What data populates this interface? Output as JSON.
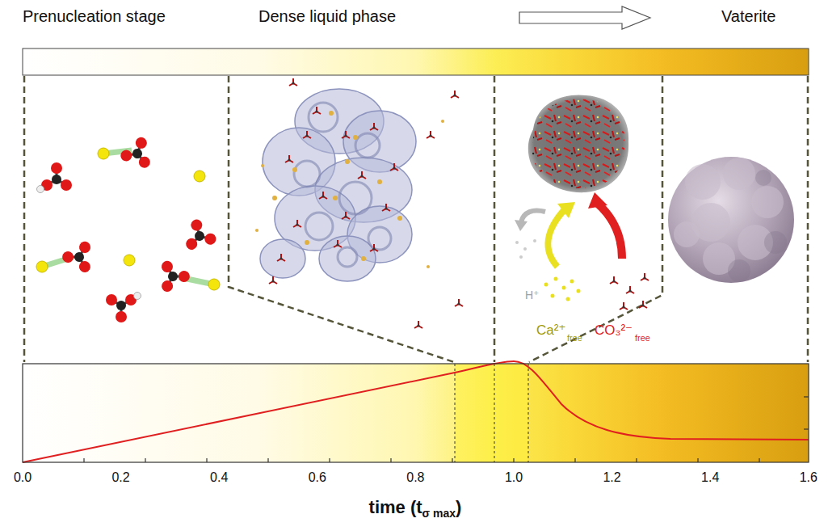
{
  "diagram": {
    "labels": [
      "Prenucleation stage",
      "Dense liquid phase",
      "Vaterite",
      "H⁺",
      "Ca²⁺",
      "free",
      "CO₃²⁻",
      "free",
      "0.0",
      "0.2",
      "0.4",
      "0.6",
      "0.8",
      "1.0",
      "1.2",
      "1.4",
      "1.6",
      "time (t",
      "σ max",
      ")"
    ]
  }
}
